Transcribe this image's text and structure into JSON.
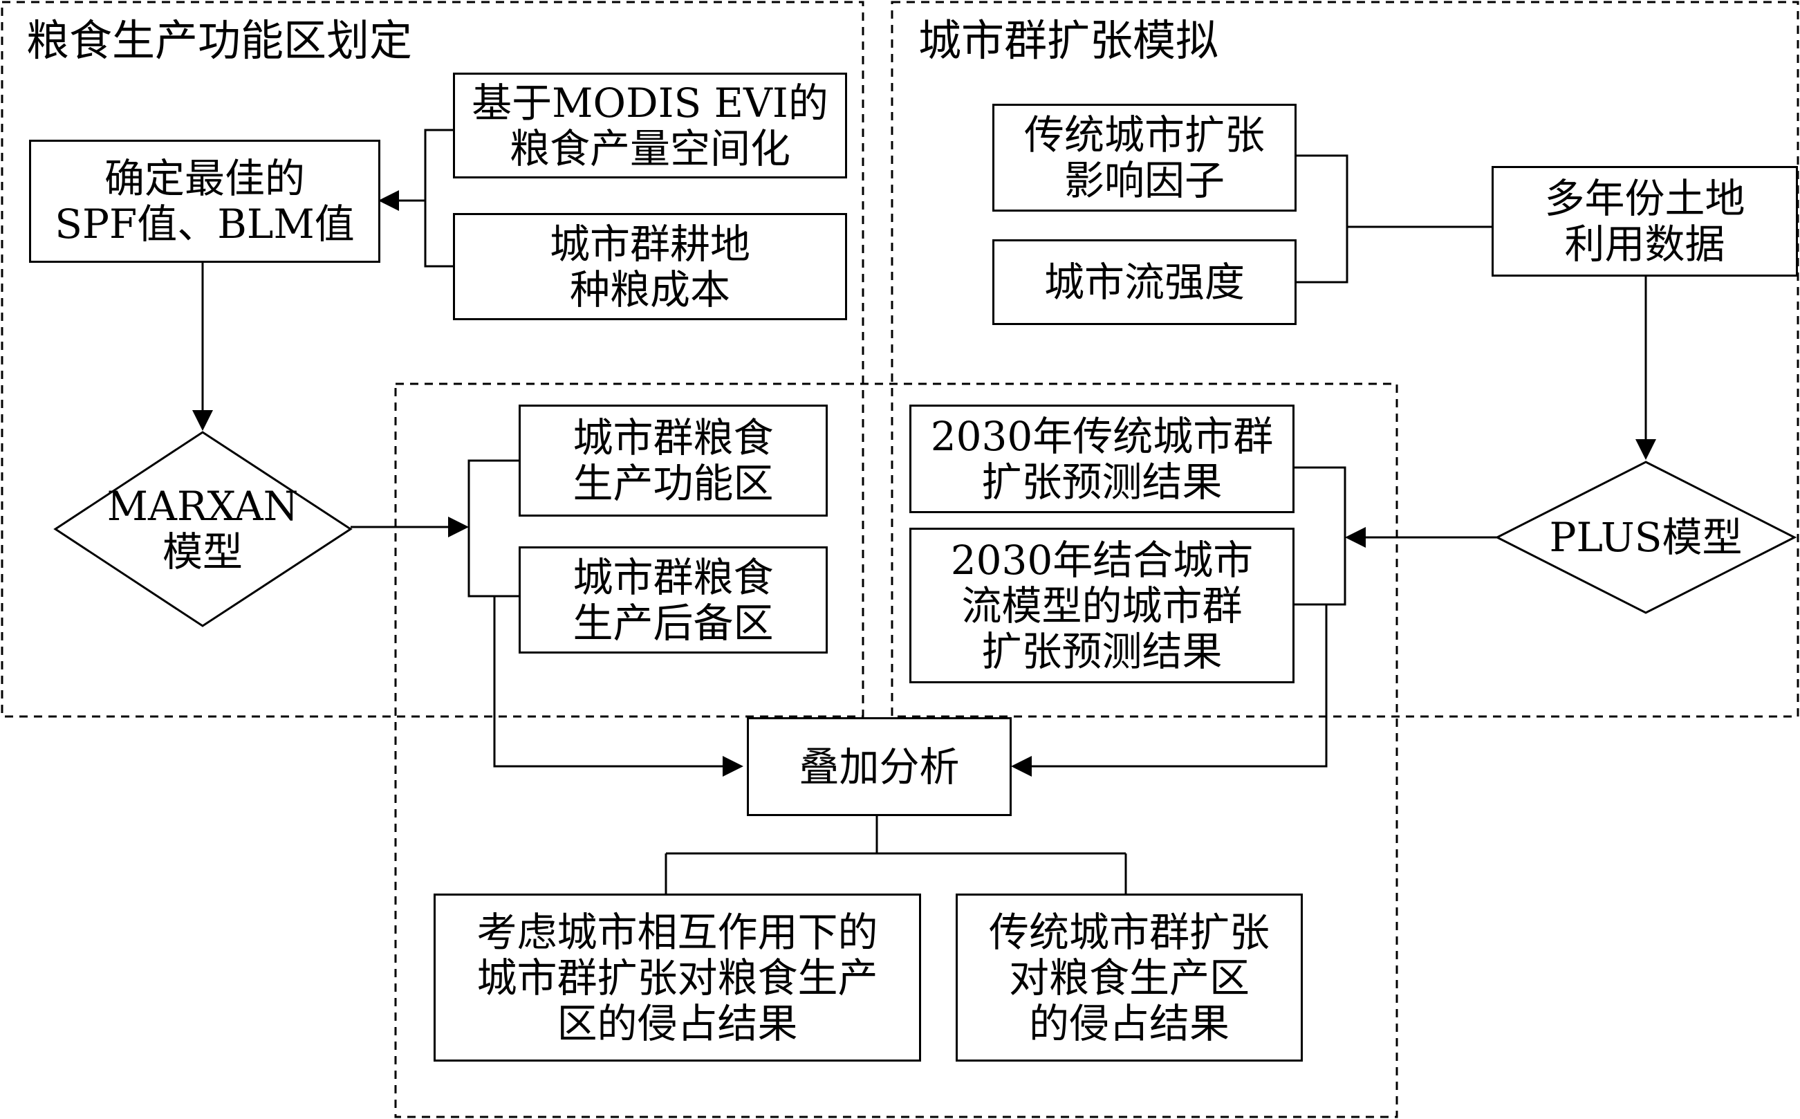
{
  "regions": {
    "left_title": "粮食生产功能区划定",
    "right_title": "城市群扩张模拟"
  },
  "nodes": {
    "modis_evi": "基于MODIS EVI的\n粮食产量空间化",
    "spf_blm": "确定最佳的\nSPF值、BLM值",
    "farmland_cost": "城市群耕地\n种粮成本",
    "traditional_factors": "传统城市扩张\n影响因子",
    "urban_flow": "城市流强度",
    "multi_year_land": "多年份土地\n利用数据",
    "marxan": "MARXAN\n模型",
    "plus": "PLUS模型",
    "func_zone": "城市群粮食\n生产功能区",
    "reserve_zone": "城市群粮食\n生产后备区",
    "pred_traditional": "2030年传统城市群\n扩张预测结果",
    "pred_flow": "2030年结合城市\n流模型的城市群\n扩张预测结果",
    "overlay": "叠加分析",
    "result_interaction": "考虑城市相互作用下的\n城市群扩张对粮食生产\n区的侵占结果",
    "result_traditional": "传统城市群扩张\n对粮食生产区\n的侵占结果"
  }
}
